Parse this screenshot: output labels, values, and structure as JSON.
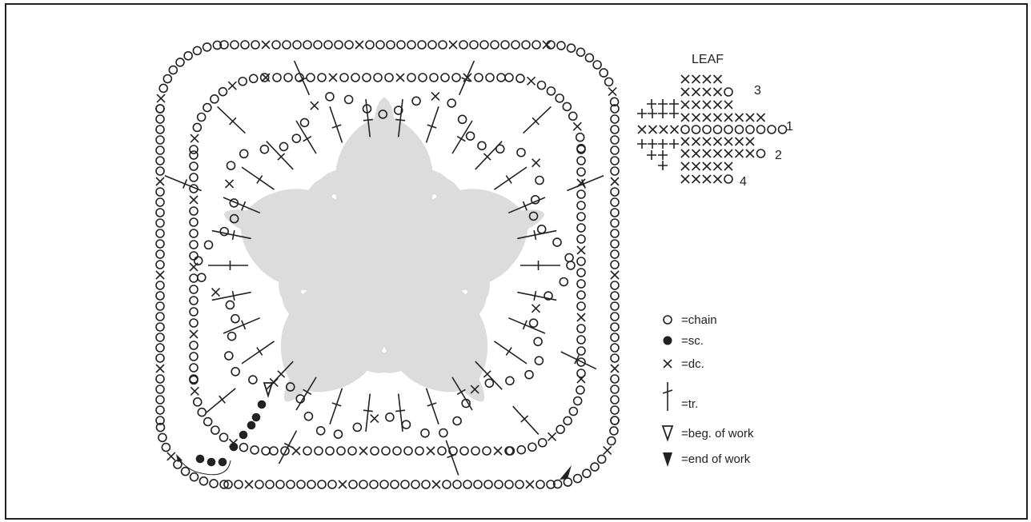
{
  "colors": {
    "ink": "#222222",
    "petal": "#dcdcdc",
    "background": "#ffffff"
  },
  "leaf": {
    "title": "LEAF",
    "row_numbers": [
      "1",
      "2",
      "3",
      "4"
    ]
  },
  "legend": {
    "items": [
      {
        "symbol": "chain-icon",
        "label": "=chain"
      },
      {
        "symbol": "sc-icon",
        "label": "=sc."
      },
      {
        "symbol": "dc-icon",
        "label": "=dc."
      },
      {
        "symbol": "tr-icon",
        "label": "=tr."
      },
      {
        "symbol": "beg-icon",
        "label": "=beg. of work"
      },
      {
        "symbol": "end-icon",
        "label": "=end of work"
      }
    ]
  }
}
